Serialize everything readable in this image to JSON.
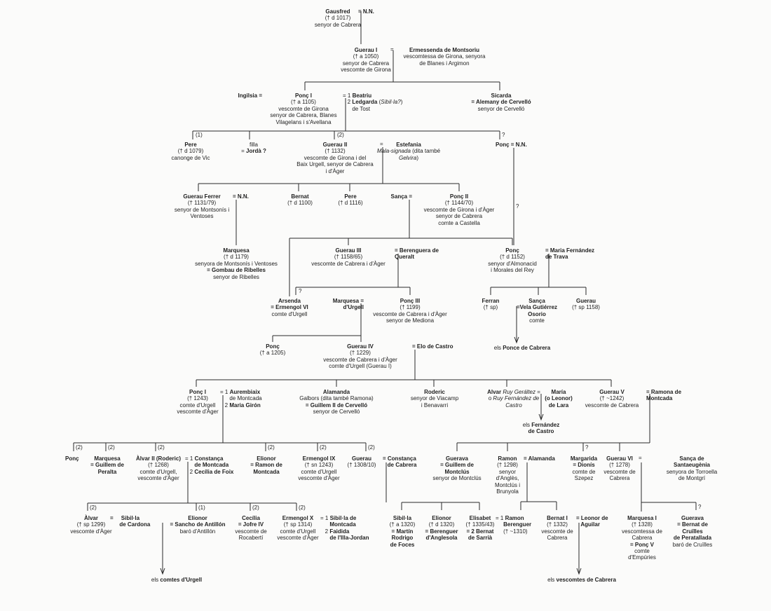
{
  "title": "Genealogia dels Cabrera",
  "nodes": {
    "gausfred": {
      "lines": [
        {
          "b": "Gausfred"
        },
        "(† d 1017)",
        "senyor de Cabrera"
      ]
    },
    "gausfred_sp": {
      "lines": [
        {
          "b": "= N.N."
        }
      ]
    },
    "guerau1": {
      "lines": [
        {
          "b": "Guerau I"
        },
        "(† a 1050)",
        "senyor de Cabrera",
        "vescomte de Girona"
      ]
    },
    "guerau1_eq": {
      "lines": [
        "="
      ]
    },
    "ermessenda": {
      "lines": [
        {
          "b": "Ermessenda de Montsoriu"
        },
        "vescomtessa de Girona, senyora",
        "de Blanes i Argimon"
      ]
    },
    "ingilsia": {
      "lines": [
        {
          "b": "Ingilsia ="
        }
      ]
    },
    "ponc1": {
      "lines": [
        {
          "b": "Ponç I"
        },
        "(† a 1105)",
        "vescomte de Girona",
        "senyor de Cabrera, Blanes",
        "Vilagelans i s'Avellana"
      ]
    },
    "ponc1_sp": {
      "lines": [
        [
          {
            "r": "= 1 "
          },
          {
            "b": "Beatriu"
          }
        ],
        [
          {
            "r": "   2 "
          },
          {
            "b": "Ledgarda"
          },
          {
            "r": " ("
          },
          {
            "i": "Sibil·la?"
          },
          {
            "r": ")"
          }
        ],
        "      de Tost"
      ]
    },
    "sicarda": {
      "lines": [
        {
          "b": "Sicarda"
        },
        {
          "b": "= Alemany de Cervelló"
        },
        "senyor de Cervelló"
      ]
    },
    "pere1": {
      "lines": [
        {
          "b": "Pere"
        },
        "(† d 1079)",
        "canonge de Vic"
      ]
    },
    "filla": {
      "lines": [
        "filla",
        [
          {
            "r": "= "
          },
          {
            "b": "Jordà ?"
          }
        ]
      ]
    },
    "guerau2": {
      "lines": [
        {
          "b": "Guerau II"
        },
        "(† 1132)",
        "vescomte de Girona i del",
        "Baix Urgell, senyor de Cabrera",
        "i d'Àger"
      ]
    },
    "guerau2_eq": {
      "lines": [
        "="
      ]
    },
    "estefania": {
      "lines": [
        {
          "b": "Estefania"
        },
        [
          {
            "i": "Mala-signada"
          },
          {
            "r": " (dita també"
          }
        ],
        [
          {
            "i": "Gelvira"
          },
          {
            "r": ")"
          }
        ]
      ]
    },
    "ponc_nn": {
      "lines": [
        {
          "b": "Ponç = N.N."
        }
      ]
    },
    "gferrer": {
      "lines": [
        {
          "b": "Guerau Ferrer"
        },
        "(† 1131/79)",
        "senyor de Montsonís i",
        "Ventoses"
      ]
    },
    "gferrer_sp": {
      "lines": [
        {
          "b": "= N.N."
        }
      ]
    },
    "bernat": {
      "lines": [
        {
          "b": "Bernat"
        },
        "(† d 1100)"
      ]
    },
    "pere2": {
      "lines": [
        {
          "b": "Pere"
        },
        "(† d 1116)"
      ]
    },
    "sanca": {
      "lines": [
        {
          "b": "Sança ="
        }
      ]
    },
    "ponc2": {
      "lines": [
        {
          "b": "Ponç II"
        },
        "(† 1144/70)",
        "vescomte de Girona i d'Àger",
        "senyor de Cabrera",
        "comte a Castella"
      ]
    },
    "marquesa1": {
      "lines": [
        {
          "b": "Marquesa"
        },
        "(† d 1179)",
        "senyora de Montsonís i Ventoses",
        {
          "b": "= Gombau de Ribelles"
        },
        "senyor de Ribelles"
      ]
    },
    "guerau3": {
      "lines": [
        {
          "b": "Guerau III"
        },
        "(† 1158/65)",
        "vescomte de Cabrera i d'Àger"
      ]
    },
    "berenguera": {
      "lines": [
        {
          "b": "= Berenguera de"
        },
        {
          "b": "Queralt"
        }
      ]
    },
    "ponc_1152": {
      "lines": [
        {
          "b": "Ponç"
        },
        "(† d 1152)",
        "senyor d'Almonacid",
        "i Morales del Rey"
      ]
    },
    "maria_trava": {
      "lines": [
        {
          "b": "= Maria Fernández"
        },
        {
          "b": "de Trava"
        }
      ]
    },
    "arsenda": {
      "lines": [
        {
          "b": "Arsenda"
        },
        {
          "b": "= Ermengol VI"
        },
        "comte d'Urgell"
      ]
    },
    "marquesa_urgell": {
      "lines": [
        {
          "b": "Marquesa ="
        },
        {
          "b": "d'Urgell"
        }
      ]
    },
    "ponc3": {
      "lines": [
        {
          "b": "Ponç III"
        },
        "(† 1199)",
        "vescomte de Cabrera i d'Àger",
        "senyor de Mediona"
      ]
    },
    "ferran": {
      "lines": [
        {
          "b": "Ferran"
        },
        "(† sp)"
      ]
    },
    "sanca2": {
      "lines": [
        {
          "b": "Sança"
        },
        {
          "b": "=Vela Gutiérrez"
        },
        {
          "b": "Osorio"
        },
        "comte"
      ]
    },
    "guerau_sp": {
      "lines": [
        {
          "b": "Guerau"
        },
        "(† sp 1158)"
      ]
    },
    "ponce_cabrera": {
      "lines": [
        [
          {
            "r": "els "
          },
          {
            "b": "Ponce de Cabrera"
          }
        ]
      ]
    },
    "ponc_1205": {
      "lines": [
        {
          "b": "Ponç"
        },
        "(† a 1205)"
      ]
    },
    "guerau4": {
      "lines": [
        {
          "b": "Guerau IV"
        },
        "(† 1229)",
        "vescomte de Cabrera i d'Àger",
        "comte d'Urgell (Guerau I)"
      ]
    },
    "elo": {
      "lines": [
        {
          "b": "= Elo de Castro"
        }
      ]
    },
    "ponc1b": {
      "lines": [
        {
          "b": "Ponç I"
        },
        "(† 1243)",
        "comte d'Urgell",
        "vescomte d'Àger"
      ]
    },
    "ponc1b_sp": {
      "lines": [
        [
          {
            "r": "= 1 "
          },
          {
            "b": "Aurembiaix"
          }
        ],
        "      de Montcada",
        [
          {
            "r": "   2 "
          },
          {
            "b": "Maria Girón"
          }
        ]
      ]
    },
    "alamanda": {
      "lines": [
        {
          "b": "Alamanda"
        },
        "Galbors (dita també Ramona)",
        {
          "b": "= Guillem II de Cervelló"
        },
        "senyor de Cervelló"
      ]
    },
    "roderic": {
      "lines": [
        {
          "b": "Roderic"
        },
        "senyor de Viacamp",
        "i Benavarri"
      ]
    },
    "alvar_castro": {
      "lines": [
        [
          {
            "b": "Alvar "
          },
          {
            "i": "Ruy Geráltez"
          },
          {
            "r": " ="
          }
        ],
        [
          {
            "r": "o "
          },
          {
            "i": "Ruy Fernández de"
          }
        ],
        {
          "i": "Castro"
        }
      ]
    },
    "maria_lara": {
      "lines": [
        {
          "b": "María"
        },
        {
          "b": "(o Leonor)"
        },
        {
          "b": "de Lara"
        }
      ]
    },
    "fernandez_castro": {
      "lines": [
        [
          {
            "r": "els "
          },
          {
            "b": "Fernández"
          }
        ],
        {
          "b": "de Castro"
        }
      ]
    },
    "guerau5": {
      "lines": [
        {
          "b": "Guerau V"
        },
        "(† ~1242)",
        "vescomte de Cabrera"
      ]
    },
    "ramona": {
      "lines": [
        {
          "b": "= Ramona de"
        },
        {
          "b": "Montcada"
        }
      ]
    },
    "ponc_c": {
      "lines": [
        {
          "b": "Ponç"
        }
      ]
    },
    "marquesa_p": {
      "lines": [
        {
          "b": "Marquesa"
        },
        {
          "b": "= Guillem de"
        },
        {
          "b": "Peralta"
        }
      ]
    },
    "alvar2": {
      "lines": [
        {
          "b": "Àlvar II (Roderic)"
        },
        "(† 1268)",
        "comte d'Urgell,",
        "vescomte d'Àger"
      ]
    },
    "alvar2_sp": {
      "lines": [
        [
          {
            "r": "= 1 "
          },
          {
            "b": "Constança"
          }
        ],
        {
          "b": "      de Montcada"
        },
        [
          {
            "r": "   2 "
          },
          {
            "b": "Cecília de Foix"
          }
        ]
      ]
    },
    "elionor_m": {
      "lines": [
        {
          "b": "Elionor"
        },
        {
          "b": "= Ramon de"
        },
        {
          "b": "Montcada"
        }
      ]
    },
    "ermengol9": {
      "lines": [
        {
          "b": "Ermengol IX"
        },
        "(† sn 1243)",
        "comte d'Urgell",
        "vescomte d'Àger"
      ]
    },
    "guerau_1308": {
      "lines": [
        {
          "b": "Guerau"
        },
        "(† 1308/10)"
      ]
    },
    "constanca_cabrera": {
      "lines": [
        {
          "b": "= Constança"
        },
        {
          "b": "   de Cabrera"
        }
      ]
    },
    "guerava": {
      "lines": [
        {
          "b": "Guerava"
        },
        {
          "b": "= Guillem de"
        },
        {
          "b": "Montclús"
        },
        "senyor de Montclús"
      ]
    },
    "ramon": {
      "lines": [
        {
          "b": "Ramon"
        },
        "(† 1298)",
        "senyor",
        "d'Anglès,",
        "Montclús i",
        "Brunyola"
      ]
    },
    "alamanda2": {
      "lines": [
        {
          "b": "= Alamanda"
        }
      ]
    },
    "margarida": {
      "lines": [
        {
          "b": "Margarida"
        },
        {
          "b": "= Dionís"
        },
        "comte de",
        "Szepez"
      ]
    },
    "guerau6": {
      "lines": [
        {
          "b": "Guerau VI"
        },
        "(† 1278)",
        "vescomte de",
        "Cabrera"
      ]
    },
    "guerau6_eq": {
      "lines": [
        "="
      ]
    },
    "sanca_sant": {
      "lines": [
        {
          "b": "Sança de"
        },
        {
          "b": "Santaeugènia"
        },
        "senyora de Torroella",
        "de Montgrí"
      ]
    },
    "alvar_sp": {
      "lines": [
        {
          "b": "Àlvar"
        },
        "(† sp 1299)",
        "vescomte d'Àger"
      ]
    },
    "sibilla_cardona": {
      "lines": [
        {
          "b": "=     Sibil·la"
        },
        {
          "b": "      de Cardona"
        }
      ]
    },
    "elionor_s": {
      "lines": [
        {
          "b": "Elionor"
        },
        {
          "b": "= Sancho de Antillón"
        },
        "baró d'Antillón"
      ]
    },
    "comtes_urgell": {
      "lines": [
        [
          {
            "r": "els "
          },
          {
            "b": "comtes d'Urgell"
          }
        ]
      ]
    },
    "cecilia": {
      "lines": [
        {
          "b": "Cecília"
        },
        {
          "b": "= Jofre IV"
        },
        "vescomte de",
        "Rocabertí"
      ]
    },
    "ermengol10": {
      "lines": [
        {
          "b": "Ermengol X"
        },
        "(† sp 1314)",
        "comte d'Urgell",
        "vescomte d'Àger"
      ]
    },
    "ermengol10_sp": {
      "lines": [
        [
          {
            "r": "= 1 "
          },
          {
            "b": "Sibil·la de"
          }
        ],
        {
          "b": "      Montcada"
        },
        [
          {
            "r": "   2 "
          },
          {
            "b": "Faidida"
          }
        ],
        {
          "b": "      de l'Illa-Jordan"
        }
      ]
    },
    "sibilla": {
      "lines": [
        {
          "b": "Sibil·la"
        },
        "(† a 1320)",
        {
          "b": "= Martín"
        },
        {
          "b": "Rodrigo"
        },
        {
          "b": "de Foces"
        }
      ]
    },
    "elionor_a": {
      "lines": [
        {
          "b": "Elionor"
        },
        "(† d 1320)",
        {
          "b": "= Berenguer"
        },
        {
          "b": "d'Anglesola"
        }
      ]
    },
    "elisabet": {
      "lines": [
        {
          "b": "Elisabet"
        },
        "(† 1335/43)",
        {
          "b": "= 2 Bernat"
        },
        {
          "b": "de Sarrià"
        }
      ]
    },
    "ramon_ber": {
      "lines": [
        [
          {
            "r": "= 1 "
          },
          {
            "b": "Ramon"
          }
        ],
        {
          "b": "     Berenguer"
        },
        "     († ~1310)"
      ]
    },
    "bernat1": {
      "lines": [
        {
          "b": "Bernat I"
        },
        "(† 1332)",
        "vescomte de",
        "Cabrera"
      ]
    },
    "leonor": {
      "lines": [
        {
          "b": "= Leonor de"
        },
        {
          "b": "   Aguilar"
        }
      ]
    },
    "vescomtes_cabrera": {
      "lines": [
        [
          {
            "r": "els "
          },
          {
            "b": "vescomtes de Cabrera"
          }
        ]
      ]
    },
    "marquesa1c": {
      "lines": [
        {
          "b": "Marquesa I"
        },
        "(† 1328)",
        "vescomtessa de",
        "Cabrera",
        {
          "b": "= Ponç V"
        },
        "comte",
        "d'Empúries"
      ]
    },
    "guerava2": {
      "lines": [
        {
          "b": "Guerava"
        },
        {
          "b": "= Bernat de"
        },
        {
          "b": "Cruïlles"
        },
        {
          "b": "de Peratallada"
        },
        "baró de Cruïlles"
      ]
    },
    "m_pere": {
      "lines": [
        "(1)"
      ]
    },
    "m_g2": {
      "lines": [
        "(2)"
      ]
    },
    "q_ponc": {
      "lines": [
        "?"
      ]
    },
    "q_ponc2": {
      "lines": [
        "?"
      ]
    },
    "q_arsenda": {
      "lines": [
        "?"
      ]
    },
    "m_ponc": {
      "lines": [
        "(2)"
      ]
    },
    "m_marq": {
      "lines": [
        "(2)"
      ]
    },
    "m_alv": {
      "lines": [
        "(2)"
      ]
    },
    "m_elio": {
      "lines": [
        "(2)"
      ]
    },
    "m_erm": {
      "lines": [
        "(2)"
      ]
    },
    "m_ger": {
      "lines": [
        "(2)"
      ]
    },
    "q_marg": {
      "lines": [
        "?"
      ]
    },
    "m_alvar": {
      "lines": [
        "(2)"
      ]
    },
    "m_elion": {
      "lines": [
        "(1)"
      ]
    },
    "m_cec": {
      "lines": [
        "(2)"
      ]
    },
    "m_erm10": {
      "lines": [
        "(2)"
      ]
    },
    "q_guerava": {
      "lines": [
        "?"
      ]
    }
  }
}
